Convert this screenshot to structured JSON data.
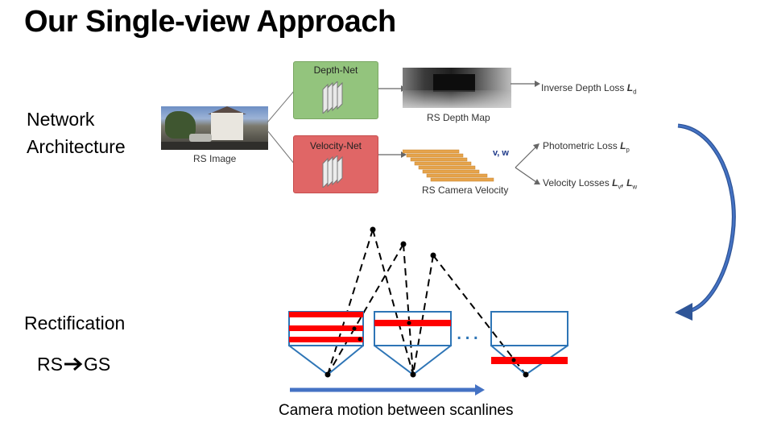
{
  "title": "Our Single-view Approach",
  "side_labels": {
    "network_line1": "Network",
    "network_line2": "Architecture",
    "rectification": "Rectification",
    "rs_prefix": "RS",
    "gs_suffix": " GS"
  },
  "network": {
    "input_label": "RS Image",
    "depth_net": "Depth-Net",
    "velocity_net": "Velocity-Net",
    "depth_map_label": "RS Depth Map",
    "camera_velocity_label": "RS Camera Velocity",
    "velocity_symbols": "v, w",
    "inverse_depth_loss": "Inverse Depth Loss",
    "inverse_depth_symbol": "L",
    "inverse_depth_sub": "d",
    "photometric_loss": "Photometric Loss",
    "photometric_symbol": "L",
    "photometric_sub": "p",
    "velocity_losses": "Velocity Losses",
    "velocity_loss_symbols": "L",
    "velocity_loss_sub1": "v",
    "velocity_loss_sep": ", L",
    "velocity_loss_sub2": "w"
  },
  "rectification": {
    "ellipsis": "...",
    "caption": "Camera motion between scanlines"
  },
  "colors": {
    "depth_net_fill": "#93c47d",
    "velocity_net_fill": "#e06666",
    "scanline_red": "#ff0000",
    "frame_blue": "#2e75b6",
    "arrow_blue": "#4472c4",
    "curve_arrow": "#2f5597",
    "velocity_bars": "#e6a34a"
  }
}
